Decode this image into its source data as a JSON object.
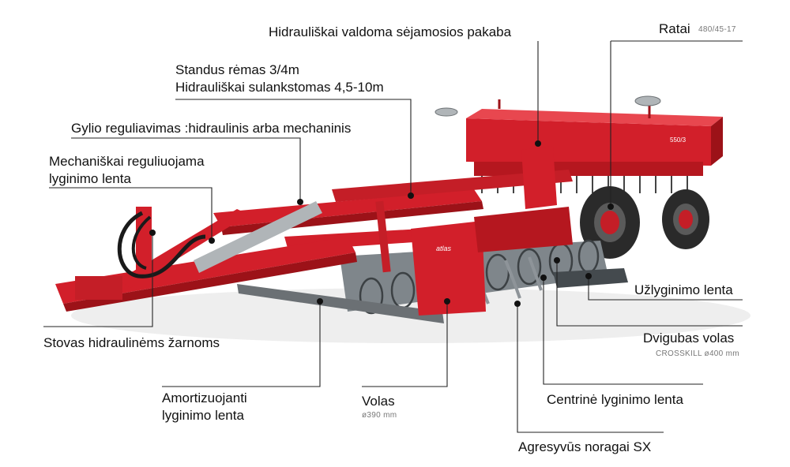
{
  "colors": {
    "machine_red": "#d21f2a",
    "dark_red": "#9c1218",
    "steel": "#8e9499",
    "tire": "#2a2a2a",
    "text": "#111111",
    "note": "#777777"
  },
  "labels": {
    "hyd_suspension": "Hidrauliškai valdoma sėjamosios pakaba",
    "wheels": "Ratai",
    "wheels_note": "480/45-17",
    "frame_1": "Standus rėmas 3/4m",
    "frame_2": "Hidrauliškai sulankstomas 4,5-10m",
    "depth": "Gylio reguliavimas :hidraulinis arba mechaninis",
    "leveling_1": "Mechaniškai reguliuojama",
    "leveling_2": "lyginimo lenta",
    "leveling_board": "Užlyginimo lenta",
    "hose_stand": "Stovas hidraulinėms žarnoms",
    "double_roller": "Dvigubas volas",
    "double_roller_note": "CROSSKILL ø400 mm",
    "damping_1": "Amortizuojanti",
    "damping_2": "lyginimo lenta",
    "roller": "Volas",
    "roller_note": "ø390 mm",
    "central_board": "Centrinė lyginimo lenta",
    "shares": "Agresyvūs noragai SX"
  },
  "machine": {
    "hopper_badge": "550/3",
    "brand": "atlas"
  }
}
